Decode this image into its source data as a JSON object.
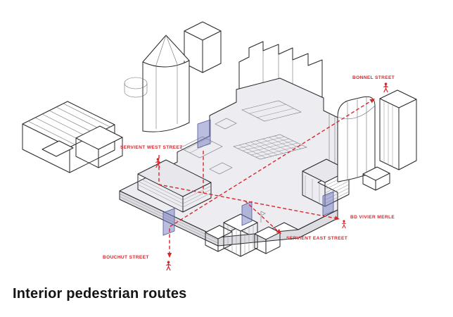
{
  "title": "Interior pedestrian routes",
  "streets": {
    "bonnel": {
      "label": "BONNEL STREET"
    },
    "servient_west": {
      "label": "SERVIENT WEST STREET"
    },
    "bd_vivier_merle": {
      "label": "BD VIVIER MERLE"
    },
    "servient_east": {
      "label": "SERVIENT EAST STREET"
    },
    "bouchut": {
      "label": "BOUCHUT STREET"
    }
  },
  "icons": {
    "pedestrian": "pedestrian-icon",
    "arrow": "route-arrow-icon"
  },
  "colors": {
    "route": "#d8262c",
    "entry": "#7b80c4",
    "building_fill": "#ededf1",
    "band": "#dcdce1",
    "ink": "#141414"
  }
}
